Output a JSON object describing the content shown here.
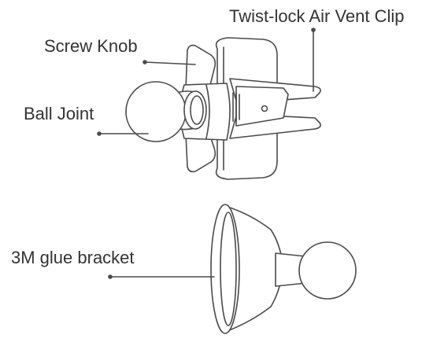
{
  "labels": {
    "vent_clip": "Twist-lock Air Vent Clip",
    "screw_knob": "Screw Knob",
    "ball_joint": "Ball Joint",
    "glue_bracket": "3M glue bracket"
  },
  "colors": {
    "stroke": "#4a4a4a",
    "text": "#333333",
    "background": "#ffffff"
  }
}
